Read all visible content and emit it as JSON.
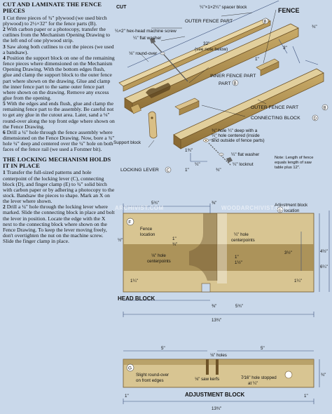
{
  "left_column": {
    "heading_1": "CUT AND LAMINATE THE FENCE PIECES",
    "steps_1": [
      {
        "num": "1",
        "text": "Cut three pieces of ¾\" plywood (we used birch plywood) to 2½×32\" for the fence parts (B)."
      },
      {
        "num": "2",
        "text": "With carbon paper or a photocopy, transfer the cutlines from the Mechanism Opening Drawing to the left end of one plywood strip."
      },
      {
        "num": "3",
        "text": "Saw along both cutlines to cut the pieces (we used a bandsaw)."
      },
      {
        "num": "4",
        "text": "Position the support block on one of the remaining fence pieces where dimensioned on the Mechanism Opening Drawing. With the bottom edges flush, glue and clamp the support block to the outer fence part where shown on the drawing. Glue and clamp the inner fence part to the same outer fence part where shown on the drawing. Remove any excess glue from the opening."
      },
      {
        "num": "5",
        "text": "With the edges and ends flush, glue and clamp the remaining fence part to the assembly. Be careful not to get any glue in the cutout area. Later, sand a ⅛\" round-over along the top front edge where shown on the Fence Drawing."
      },
      {
        "num": "6",
        "text": "Drill a ¼\" hole through the fence assembly where dimensioned on the Fence Drawing. Now, bore a ¾\" hole ¼\" deep and centered over the ¼\" hole on both faces of the fence rail (we used a Forstner bit)."
      }
    ],
    "heading_2": "THE LOCKING MECHANISM HOLDS IT IN PLACE",
    "steps_2": [
      {
        "num": "1",
        "text": "Transfer the full-sized patterns and hole centerpoint of the locking lever (C), connecting block (D), and finger clamp (E) to ¾\" solid birch with carbon paper or by adhering a photocopy to the stock. Bandsaw the pieces to shape. Mark an X on the lever where shown."
      },
      {
        "num": "2",
        "text": "Drill a ¼\" hole through the locking lever where marked. Slide the connecting block in place and bolt the lever in position. Locate the edge with the X next to the connecting block where shown on the Fence Drawing. To keep the lever moving freely, don't overtighten the nut on the machine screw. Slide the finger clamp in place."
      }
    ]
  },
  "fence_drawing": {
    "title": "FENCE",
    "labels": {
      "cut": "CUT",
      "spacer": "¼\"×1×2¼\" spacer block",
      "outer_fence": "OUTER FENCE PART",
      "outer_fence_letter": "B",
      "machine_screw": "¼×2\" hex-head machine screw",
      "flat_washer_top": "¼\" flat washer",
      "roundover": "⅛\" round-over",
      "see_note": "(see note below)",
      "dim_32": "32\"",
      "dim_34_top": "¾\"",
      "dim_3": "3\"",
      "dim_1_top": "1\"",
      "inner_fence": "INNER FENCE PART",
      "inner_fence_letter": "B",
      "outer_fence_2": "OUTER FENCE PART",
      "outer_fence_2_letter": "B",
      "connecting_block": "CONNECTING BLOCK",
      "connecting_letter": "D",
      "support_block": "Support block",
      "hole_note_1": "¾\" hole ¼\" deep with a",
      "hole_note_2": "¼\" hole centered (inside",
      "hole_note_3": "and outside of fence parts)",
      "flat_washer": "¼\" flat washer",
      "locknut": "¼\" locknut",
      "dim_134": "1¾\"",
      "dim_14": "¼\"",
      "dim_1": "1\"",
      "dim_34": "¾\"",
      "locking_lever": "LOCKING LEVER",
      "locking_letter": "C",
      "note_1": "Note: Length of fence",
      "note_2": "equals length of saw",
      "note_3": "table plus 12\"."
    }
  },
  "head_block": {
    "title": "HEAD BLOCK",
    "letter": "F",
    "labels": {
      "dim_534_top": "5¾\"",
      "dim_38_top": "⅜\"",
      "adjustment_block": "Adjustment block",
      "location": "location",
      "fence_hb": "Fence",
      "location2": "location",
      "dim_half": "½\"",
      "dim_1": "1\"",
      "dim_34": "¾\"",
      "hole_18": "⅛\" hole",
      "centerpoints": "centerpoints",
      "dim_312": "3½\"",
      "dim_412": "4½\"",
      "dim_614": "6¼\"",
      "hole_14": "¼\" hole",
      "centerpoints2": "centerpoints",
      "dim_1b": "1\"",
      "dim_112": "1½\"",
      "dim_114_left": "1¼\"",
      "dim_114_right": "1¼\"",
      "dim_534_bot": "5¾\"",
      "dim_38_bot": "⅜\"",
      "dim_1334": "13¾\""
    }
  },
  "adjustment_block": {
    "title": "ADJUSTMENT BLOCK",
    "letter": "G",
    "labels": {
      "dim_5_left": "5\"",
      "dim_5_right": "5\"",
      "holes_18": "⅛\" holes",
      "kerfs": "⅛\" saw kerfs",
      "roundover": "Slight round-over",
      "front_edges": "on front edges",
      "hole_716": "7⁄16\" hole stopped",
      "at_14": "at ¼\"",
      "dim_34": "¾\"",
      "dim_1_left": "1\"",
      "dim_1_right": "1\"",
      "dim_1334": "13¾\""
    }
  },
  "watermarks": {
    "left": "ARCHIVIST.COM",
    "right": "WOODARCHIVIST.COM"
  },
  "colors": {
    "background": "#c9d8ea",
    "wood_light": "#d6c08a",
    "wood_dark": "#a88a4e",
    "wood_edge": "#7a5e2c",
    "dim_blue": "#3a4f7a",
    "highlight_circle": "#ffffff"
  }
}
